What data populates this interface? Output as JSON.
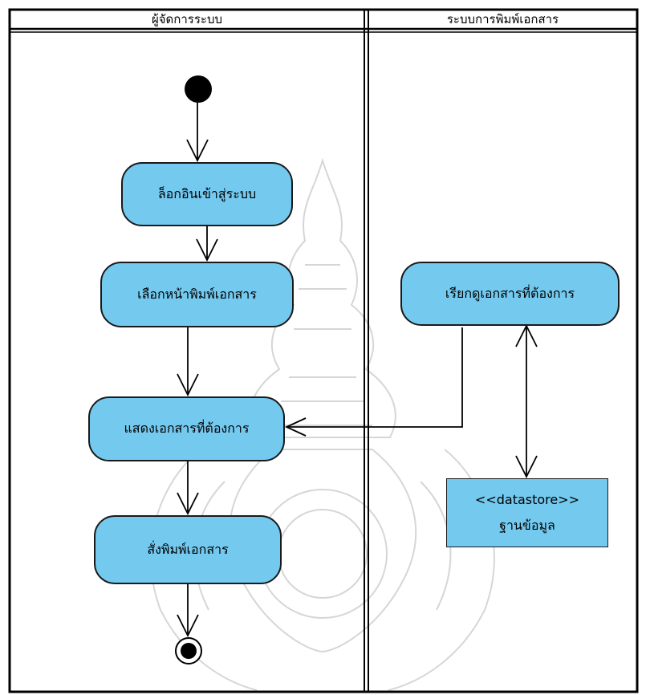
{
  "lanes": [
    {
      "title": "ผู้จัดการระบบ"
    },
    {
      "title": "ระบบการพิมพ์เอกสาร"
    }
  ],
  "actions": {
    "login": "ล็อกอินเข้าสู่ระบบ",
    "select_print_page": "เลือกหน้าพิมพ์เอกสาร",
    "show_documents": "แสดงเอกสารที่ต้องการ",
    "print_order": "สั่งพิมพ์เอกสาร",
    "fetch_documents": "เรียกดูเอกสารที่ต้องการ"
  },
  "datastore": {
    "stereotype": "<<datastore>>",
    "name": "ฐานข้อมูล"
  },
  "colors": {
    "action_fill": "#74c9ef",
    "line": "#000000",
    "watermark": "#d9d9d9"
  },
  "icons": {
    "initial": "initial-node-icon",
    "final": "final-node-icon",
    "watermark": "university-seal-watermark"
  }
}
